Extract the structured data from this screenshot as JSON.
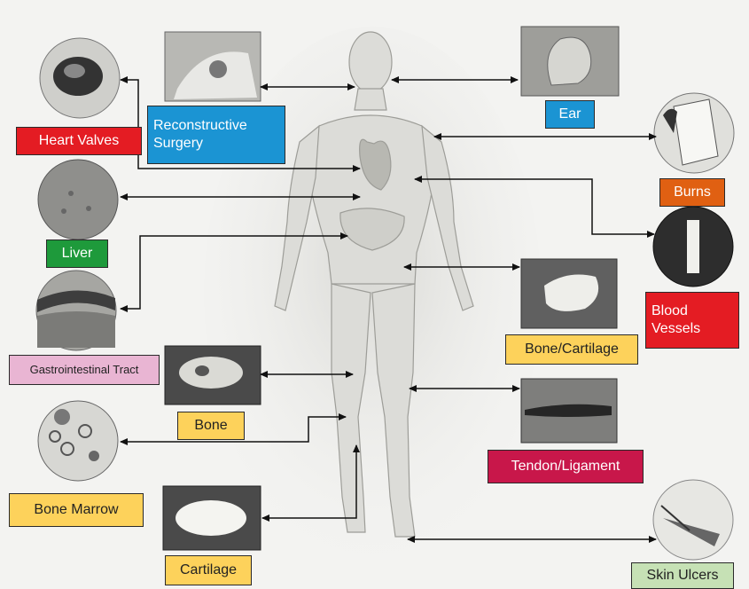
{
  "colors": {
    "red": "#e41c23",
    "blue": "#1b94d3",
    "green": "#1e9a3b",
    "orange": "#e06012",
    "yellow": "#fdd25b",
    "crimson": "#c8174a",
    "pink": "#e9b5d3",
    "light_green": "#c6e1b5",
    "arrow": "#111111"
  },
  "labels": {
    "heart_valves": "Heart Valves",
    "reconstructive_surgery": "Reconstructive Surgery",
    "ear": "Ear",
    "burns": "Burns",
    "liver": "Liver",
    "blood_vessels": "Blood Vessels",
    "gastrointestinal_tract": "Gastrointestinal Tract",
    "bone_cartilage": "Bone/Cartilage",
    "bone": "Bone",
    "tendon_ligament": "Tendon/Ligament",
    "bone_marrow": "Bone Marrow",
    "cartilage": "Cartilage",
    "skin_ulcers": "Skin Ulcers"
  }
}
